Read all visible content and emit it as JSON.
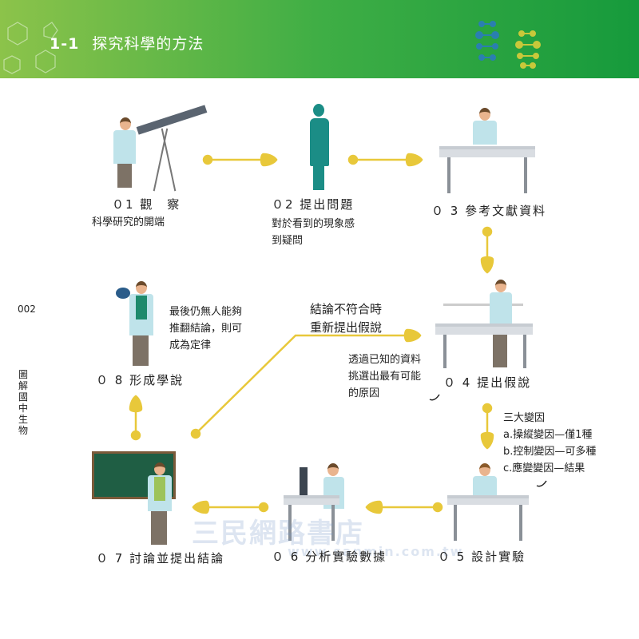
{
  "header": {
    "section": "1-1",
    "title": "探究科學的方法"
  },
  "side": {
    "page_number": "002",
    "book_title": "圖解國中生物"
  },
  "steps": {
    "s01": {
      "label": "０1 觀　察",
      "note": "科學研究的開端"
    },
    "s02": {
      "label": "０2 提出問題",
      "note_lines": [
        "對於看到的現象感",
        "到疑問"
      ]
    },
    "s03": {
      "label": "０ 3  參考文獻資料"
    },
    "s04": {
      "label": "０ 4  提出假說",
      "note_lines": [
        "透過已知的資料",
        "挑選出最有可能",
        "的原因"
      ]
    },
    "s05": {
      "label": "０ 5  設計實驗",
      "note_lines": [
        "三大變因",
        "a.操縱變因—僅1種",
        "b.控制變因—可多種",
        "c.應變變因—結果"
      ]
    },
    "s06": {
      "label": "０ 6  分析實驗數據"
    },
    "s07": {
      "label": "０ 7  討論並提出結論"
    },
    "s08": {
      "label": "０ 8  形成學說",
      "note_lines": [
        "最後仍無人能夠",
        "推翻結論，則可",
        "成為定律"
      ]
    }
  },
  "loop_note": [
    "結論不符合時",
    "重新提出假說"
  ],
  "watermark": {
    "name": "三民網路書店",
    "url": "www.sanmin.com.tw"
  },
  "colors": {
    "header_start": "#8cc34a",
    "header_end": "#169a3c",
    "connector": "#e8c83a"
  }
}
